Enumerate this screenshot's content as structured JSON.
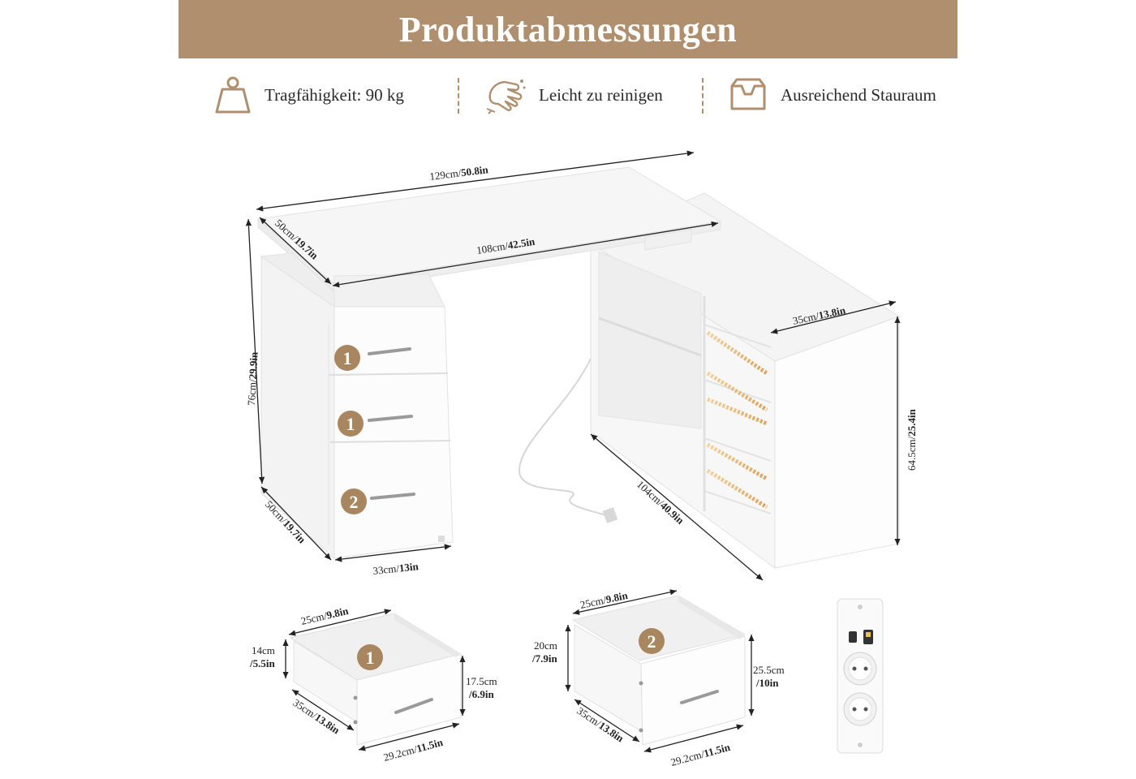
{
  "header": {
    "title": "Produktabmessungen"
  },
  "features": [
    {
      "icon": "weight-icon",
      "label": "Tragfähigkeit: 90 kg"
    },
    {
      "icon": "cleaning-hand-icon",
      "label": "Leicht zu reinigen"
    },
    {
      "icon": "storage-box-icon",
      "label": "Ausreichend Stauraum"
    }
  ],
  "dimensions": {
    "total_width": {
      "cm": "129cm/",
      "in": "50.8in"
    },
    "top_depth": {
      "cm": "50cm/",
      "in": "19.7in"
    },
    "top_inner_width": {
      "cm": "108cm/",
      "in": "42.5in"
    },
    "height": {
      "cm": "76cm/",
      "in": "29.9in"
    },
    "cabinet_depth": {
      "cm": "50cm/",
      "in": "19.7in"
    },
    "cabinet_width": {
      "cm": "33cm/",
      "in": "13in"
    },
    "shelf_depth": {
      "cm": "35cm/",
      "in": "13.8in"
    },
    "shelf_length": {
      "cm": "104cm/",
      "in": "40.9in"
    },
    "shelf_height": {
      "cm": "64.5cm/",
      "in": "25.4in"
    }
  },
  "drawer_small": {
    "badge": "1",
    "inner_width": {
      "cm": "25cm/",
      "in": "9.8in"
    },
    "inner_height": {
      "cm": "14cm",
      "in": "/5.5in"
    },
    "front_height": {
      "cm": "17.5cm",
      "in": "/6.9in"
    },
    "depth": {
      "cm": "35cm/",
      "in": "13.8in"
    },
    "front_width": {
      "cm": "29.2cm/",
      "in": "11.5in"
    }
  },
  "drawer_large": {
    "badge": "2",
    "inner_width": {
      "cm": "25cm/",
      "in": "9.8in"
    },
    "inner_height": {
      "cm": "20cm",
      "in": "/7.9in"
    },
    "front_height": {
      "cm": "25.5cm",
      "in": "/10in"
    },
    "depth": {
      "cm": "35cm/",
      "in": "13.8in"
    },
    "front_width": {
      "cm": "29.2cm/",
      "in": "11.5in"
    }
  },
  "drawer_badges": [
    "1",
    "1",
    "2"
  ],
  "colors": {
    "banner": "#b08f6e",
    "badge": "#a88660",
    "led": "#e0b26a"
  }
}
